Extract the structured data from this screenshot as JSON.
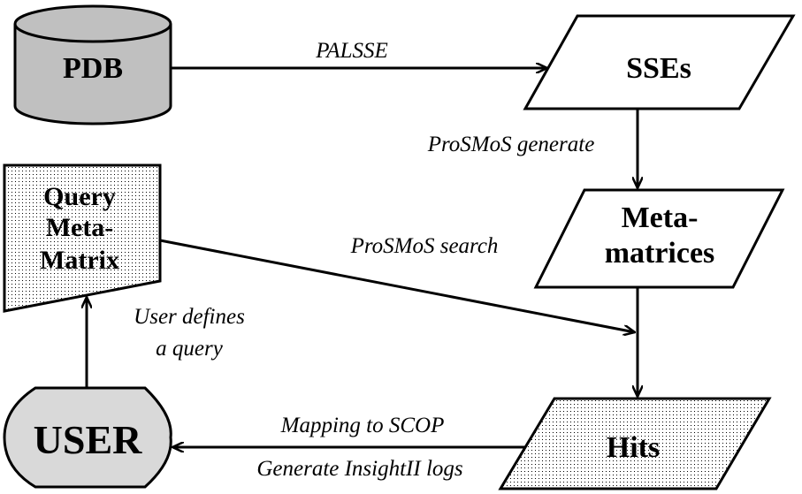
{
  "diagram": {
    "nodes": {
      "pdb": {
        "label": "PDB",
        "shape": "database-cylinder",
        "fill": "#c0c0c0"
      },
      "sses": {
        "label": "SSEs",
        "shape": "data-parallelogram",
        "fill": "#ffffff"
      },
      "metamatrices": {
        "label_line1": "Meta-",
        "label_line2": "matrices",
        "shape": "data-parallelogram",
        "fill": "#ffffff"
      },
      "hits": {
        "label": "Hits",
        "shape": "data-parallelogram",
        "fill": "dotted"
      },
      "query": {
        "label_line1": "Query",
        "label_line2": "Meta-",
        "label_line3": "Matrix",
        "shape": "manual-input",
        "fill": "dotted"
      },
      "user": {
        "label": "USER",
        "shape": "display",
        "fill": "#d9d9d9"
      }
    },
    "edges": {
      "pdb_to_sses": {
        "from": "PDB",
        "to": "SSEs",
        "label": "PALSSE"
      },
      "sses_to_metamatrices": {
        "from": "SSEs",
        "to": "Meta-matrices",
        "label": "ProSMoS generate"
      },
      "query_to_hits": {
        "from": "Query Meta-Matrix",
        "to": "Hits",
        "label": "ProSMoS search"
      },
      "metamatrices_to_hits": {
        "from": "Meta-matrices",
        "to": "Hits",
        "label": ""
      },
      "user_to_query": {
        "from": "USER",
        "to": "Query Meta-Matrix",
        "label_line1": "User defines",
        "label_line2": "a query"
      },
      "hits_to_user": {
        "from": "Hits",
        "to": "USER",
        "label_line1": "Mapping to SCOP",
        "label_line2": "Generate InsightII logs"
      }
    }
  }
}
